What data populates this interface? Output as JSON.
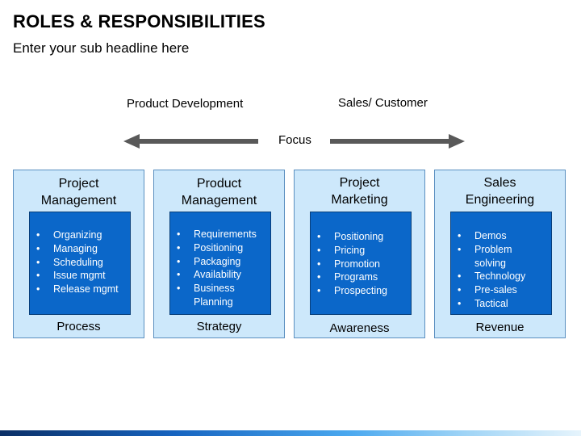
{
  "header": {
    "title": "ROLES & RESPONSIBILITIES",
    "subtitle": "Enter your sub headline here"
  },
  "axis": {
    "left_label": "Product Development",
    "right_label": "Sales/ Customer",
    "center_label": "Focus"
  },
  "colors": {
    "card_bg": "#cde8fb",
    "card_border": "#5a8fc0",
    "inner_bg": "#0b67c9",
    "arrow": "#595959"
  },
  "cards": [
    {
      "title_line1": "Project",
      "title_line2": "Management",
      "items": [
        "Organizing",
        "Managing",
        "Scheduling",
        "Issue mgmt",
        "Release mgmt"
      ],
      "footer": "Process"
    },
    {
      "title_line1": "Product",
      "title_line2": "Management",
      "items": [
        "Requirements",
        "Positioning",
        "Packaging",
        "Availability",
        "Business Planning"
      ],
      "footer": "Strategy"
    },
    {
      "title_line1": "Project",
      "title_line2": "Marketing",
      "items": [
        "Positioning",
        "Pricing",
        "Promotion",
        "Programs",
        "Prospecting"
      ],
      "footer": "Awareness"
    },
    {
      "title_line1": "Sales",
      "title_line2": "Engineering",
      "items": [
        "Demos",
        "Problem solving",
        "Technology",
        "Pre-sales",
        "Tactical"
      ],
      "footer": "Revenue"
    }
  ]
}
